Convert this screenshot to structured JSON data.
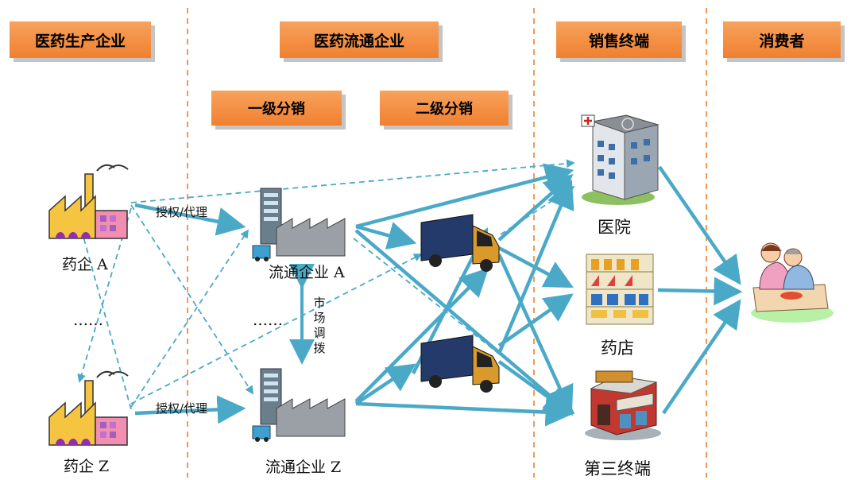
{
  "headers": {
    "producer": "医药生产企业",
    "distributor": "医药流通企业",
    "terminal": "销售终端",
    "consumer": "消费者"
  },
  "subheaders": {
    "level1": "一级分销",
    "level2": "二级分销"
  },
  "nodes": {
    "pharma_a": "药企 A",
    "pharma_z": "药企 Z",
    "dots_left": "……",
    "dots_mid": "……",
    "dist_a": "流通企业 A",
    "dist_z": "流通企业 Z",
    "hospital": "医院",
    "pharmacy": "药店",
    "third": "第三终端"
  },
  "edge_labels": {
    "auth_top": "授权/代理",
    "auth_bottom": "授权/代理",
    "market": "市场调拨"
  },
  "colors": {
    "arrow": "#4ba9c8",
    "header": "#f08030",
    "divider": "#f29a55"
  }
}
